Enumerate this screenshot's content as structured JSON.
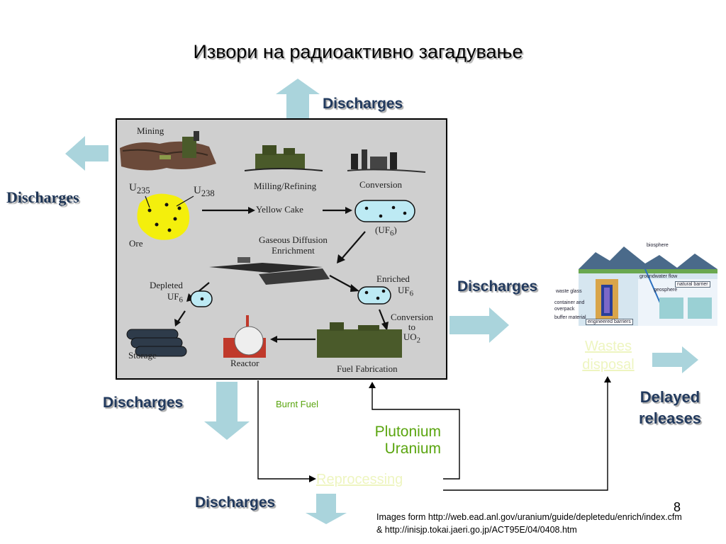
{
  "slide": {
    "title": "Извори на радиоактивно загадување",
    "page_number": "8",
    "credits_line1": "Images form http://web.ead.anl.gov/uranium/guide/depletedu/enrich/index.cfm",
    "credits_line2": "& http://inisjp.tokai.jaeri.go.jp/ACT95E/04/0408.htm"
  },
  "discharges": {
    "top": "Discharges",
    "left": "Discharges",
    "right": "Discharges",
    "bottom_left": "Discharges",
    "bottom": "Discharges"
  },
  "flow": {
    "burnt_fuel": "Burnt Fuel",
    "plutonium": "Plutonium",
    "uranium": "Uranium",
    "reprocessing": "Reprocessing",
    "wastes_disposal_line1": "Wastes",
    "wastes_disposal_line2": "disposal",
    "delayed_line1": "Delayed",
    "delayed_line2": "releases"
  },
  "fuel_cycle": {
    "mining": "Mining",
    "milling": "Milling/Refining",
    "conversion": "Conversion",
    "u235": "U",
    "u235_sub": "235",
    "u238": "U",
    "u238_sub": "238",
    "ore": "Ore",
    "yellow_cake": "Yellow Cake",
    "uf6_conv": "(UF",
    "uf6_conv_sub": "6",
    "uf6_conv_end": ")",
    "gaseous_line1": "Gaseous Diffusion",
    "gaseous_line2": "Enrichment",
    "depleted": "Depleted",
    "depleted_uf": "UF",
    "depleted_uf_sub": "6",
    "enriched": "Enriched",
    "enriched_uf": "UF",
    "enriched_uf_sub": "6",
    "conversion_to_line1": "Conversion",
    "conversion_to_line2": "to",
    "conversion_to_uo": "UO",
    "conversion_to_uo_sub": "2",
    "storage": "Storage",
    "reactor": "Reactor",
    "fuel_fabrication": "Fuel Fabrication"
  },
  "repository": {
    "biosphere": "biosphere",
    "groundwater_flow": "groundwater flow",
    "natural_barrier": "natural barrier",
    "geosphere": "geosphere",
    "waste_glass": "waste glass",
    "container_line1": "container and",
    "container_line2": "overpack",
    "buffer_material": "buffer material",
    "engineered_barriers": "engineered barriers"
  },
  "colors": {
    "arrow": "#aad4dc",
    "discharges_text": "#223a5e",
    "green_text": "#5aa50f",
    "ore_yellow": "#f4ef0c",
    "uf6_capsule": "#bdeaf4",
    "panel_bg": "#cfcfcf"
  }
}
